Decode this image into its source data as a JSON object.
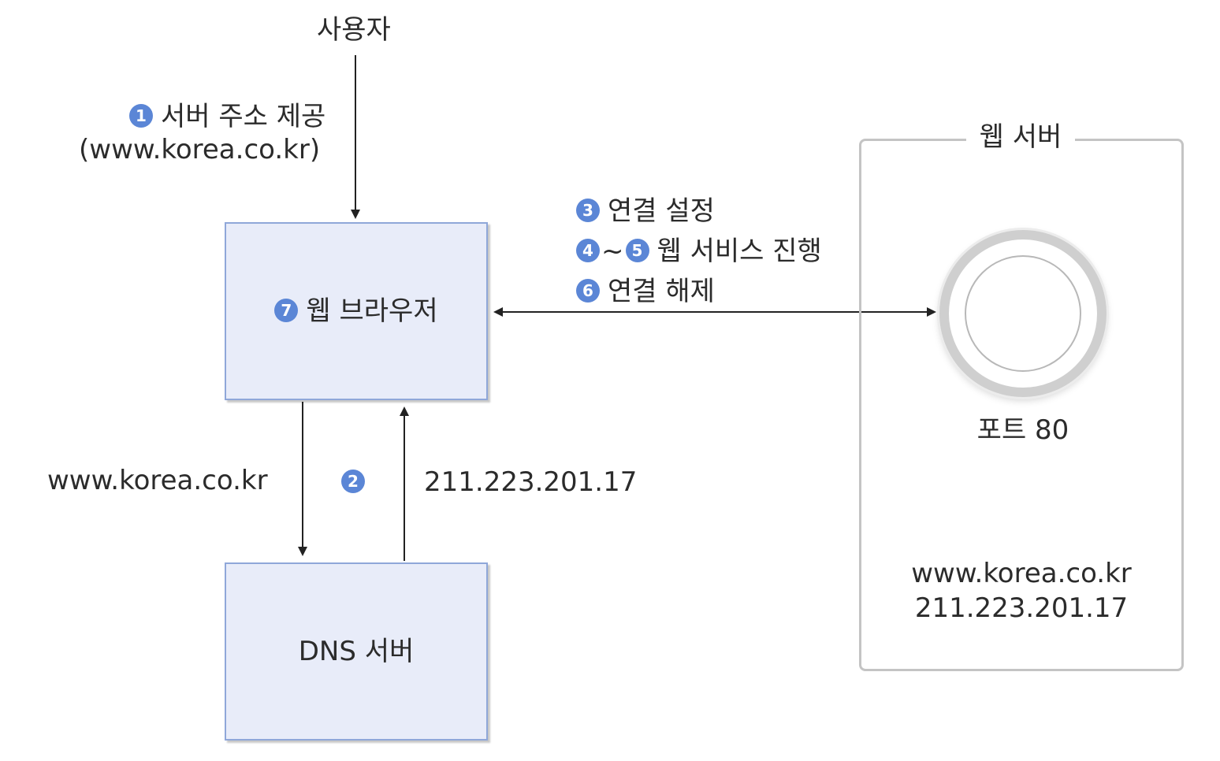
{
  "user": {
    "label": "사용자"
  },
  "step1": {
    "badge": "1",
    "label": "서버 주소 제공",
    "address": "(www.korea.co.kr)"
  },
  "browser": {
    "badge": "7",
    "label": "웹 브라우저"
  },
  "dns": {
    "label": "DNS 서버",
    "request": "www.korea.co.kr",
    "step_badge": "2",
    "response": "211.223.201.17"
  },
  "connection_steps": [
    {
      "badge": "3",
      "label": "연결 설정"
    },
    {
      "badge_start": "4",
      "separator": "~",
      "badge_end": "5",
      "label": "웹 서비스 진행"
    },
    {
      "badge": "6",
      "label": "연결 해제"
    }
  ],
  "web_server": {
    "title": "웹 서버",
    "port_label": "포트 80",
    "domain": "www.korea.co.kr",
    "ip": "211.223.201.17"
  },
  "colors": {
    "badge": "#5b86d6",
    "box_fill": "#e8ecf9",
    "box_border": "#8fa7d9",
    "line": "#222222",
    "frame": "#c4c4c4"
  }
}
